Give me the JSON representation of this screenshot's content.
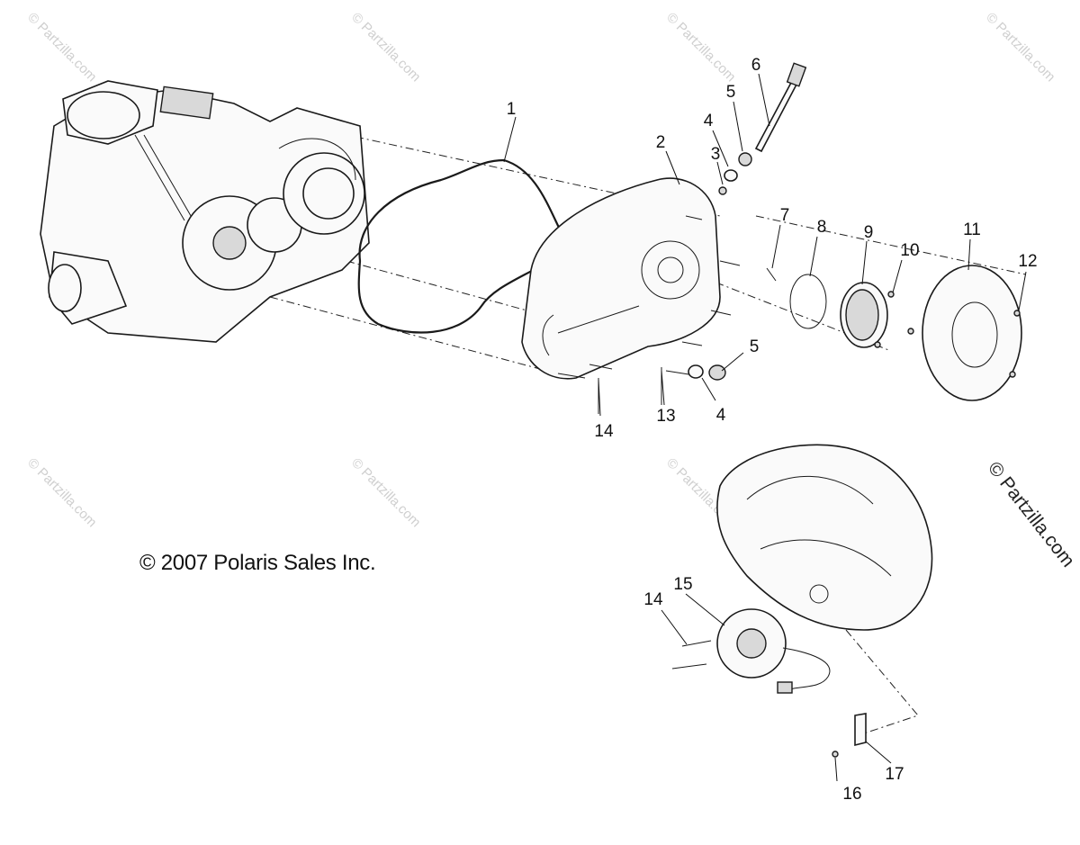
{
  "copyright": "© 2007 Polaris Sales Inc.",
  "watermark": "© Partzilla.com",
  "callouts": [
    {
      "id": "c1",
      "label": "1"
    },
    {
      "id": "c2",
      "label": "2"
    },
    {
      "id": "c3",
      "label": "3"
    },
    {
      "id": "c4a",
      "label": "4"
    },
    {
      "id": "c4b",
      "label": "4"
    },
    {
      "id": "c5a",
      "label": "5"
    },
    {
      "id": "c5b",
      "label": "5"
    },
    {
      "id": "c6",
      "label": "6"
    },
    {
      "id": "c7",
      "label": "7"
    },
    {
      "id": "c8",
      "label": "8"
    },
    {
      "id": "c9",
      "label": "9"
    },
    {
      "id": "c10",
      "label": "10"
    },
    {
      "id": "c11",
      "label": "11"
    },
    {
      "id": "c12",
      "label": "12"
    },
    {
      "id": "c13",
      "label": "13"
    },
    {
      "id": "c14a",
      "label": "14"
    },
    {
      "id": "c14b",
      "label": "14"
    },
    {
      "id": "c15",
      "label": "15"
    },
    {
      "id": "c16",
      "label": "16"
    },
    {
      "id": "c17",
      "label": "17"
    }
  ]
}
